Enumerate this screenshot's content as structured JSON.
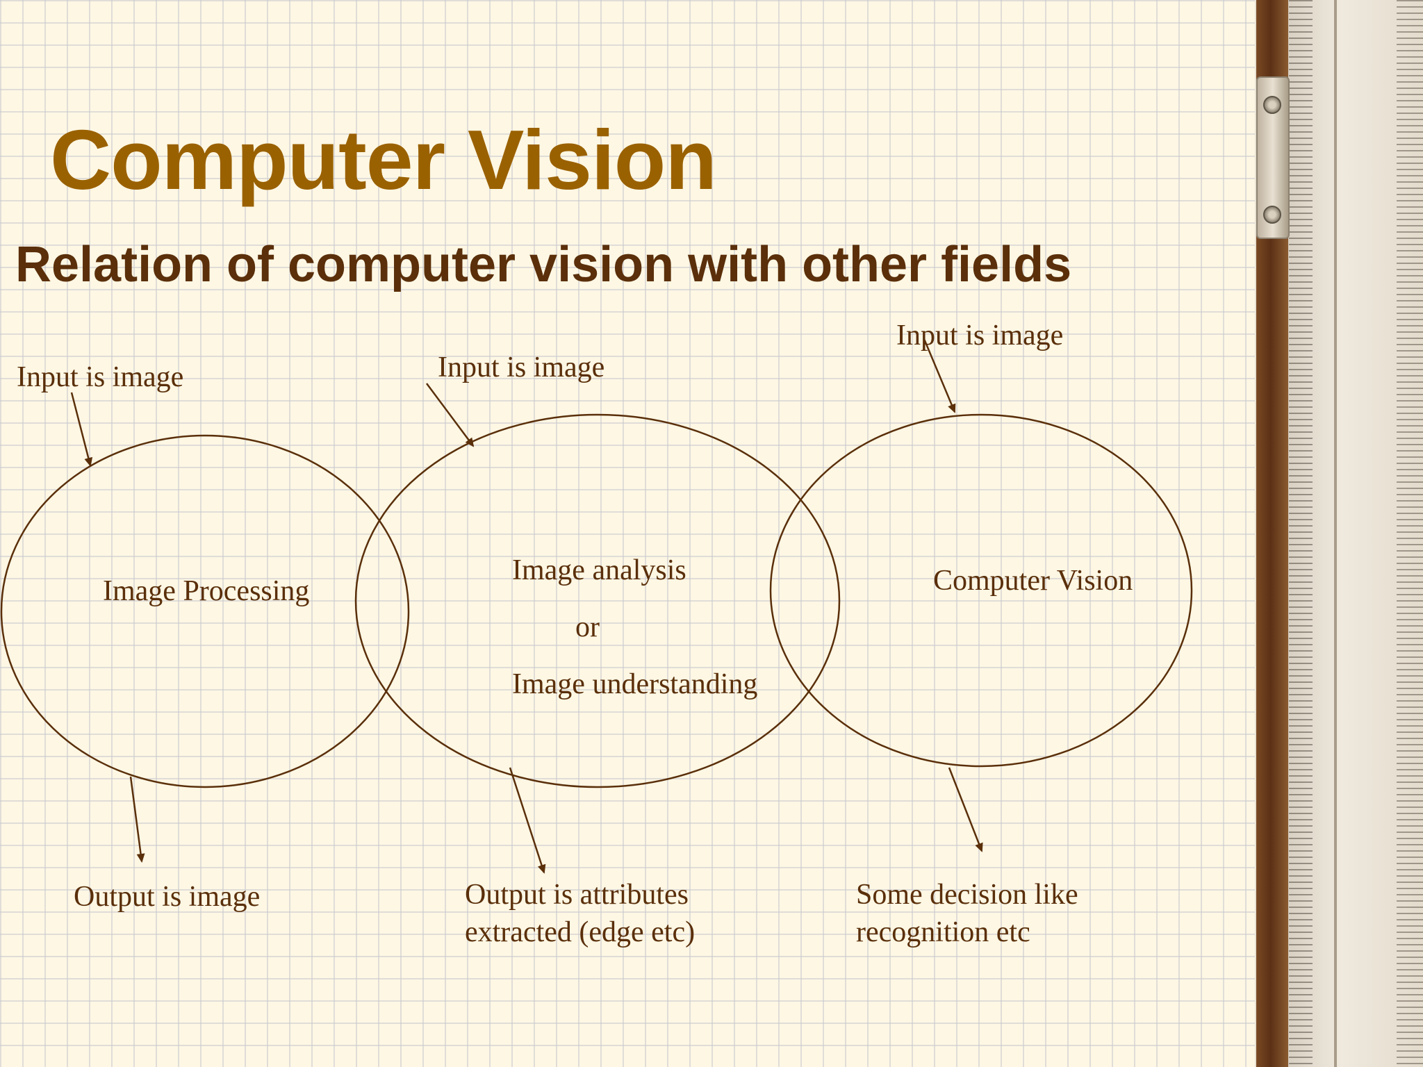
{
  "slide": {
    "title": "Computer Vision",
    "subtitle": "Relation of computer vision with other fields"
  },
  "diagram": {
    "circles": [
      {
        "id": "image-processing",
        "label": "Image Processing",
        "input": "Input is image",
        "output": "Output is image"
      },
      {
        "id": "image-analysis",
        "label_lines": [
          "Image analysis",
          "or",
          "Image understanding"
        ],
        "input": "Input is image",
        "output": "Output is attributes\nextracted (edge etc)"
      },
      {
        "id": "computer-vision",
        "label": "Computer Vision",
        "input": "Input is image",
        "output": "Some decision like\nrecognition etc"
      }
    ]
  },
  "colors": {
    "title": "#9a6100",
    "text": "#5a2f0a",
    "background": "#fdf7e4",
    "grid": "#c8c8cd"
  },
  "decoration": {
    "ruler_icon": "ruler-icon"
  }
}
